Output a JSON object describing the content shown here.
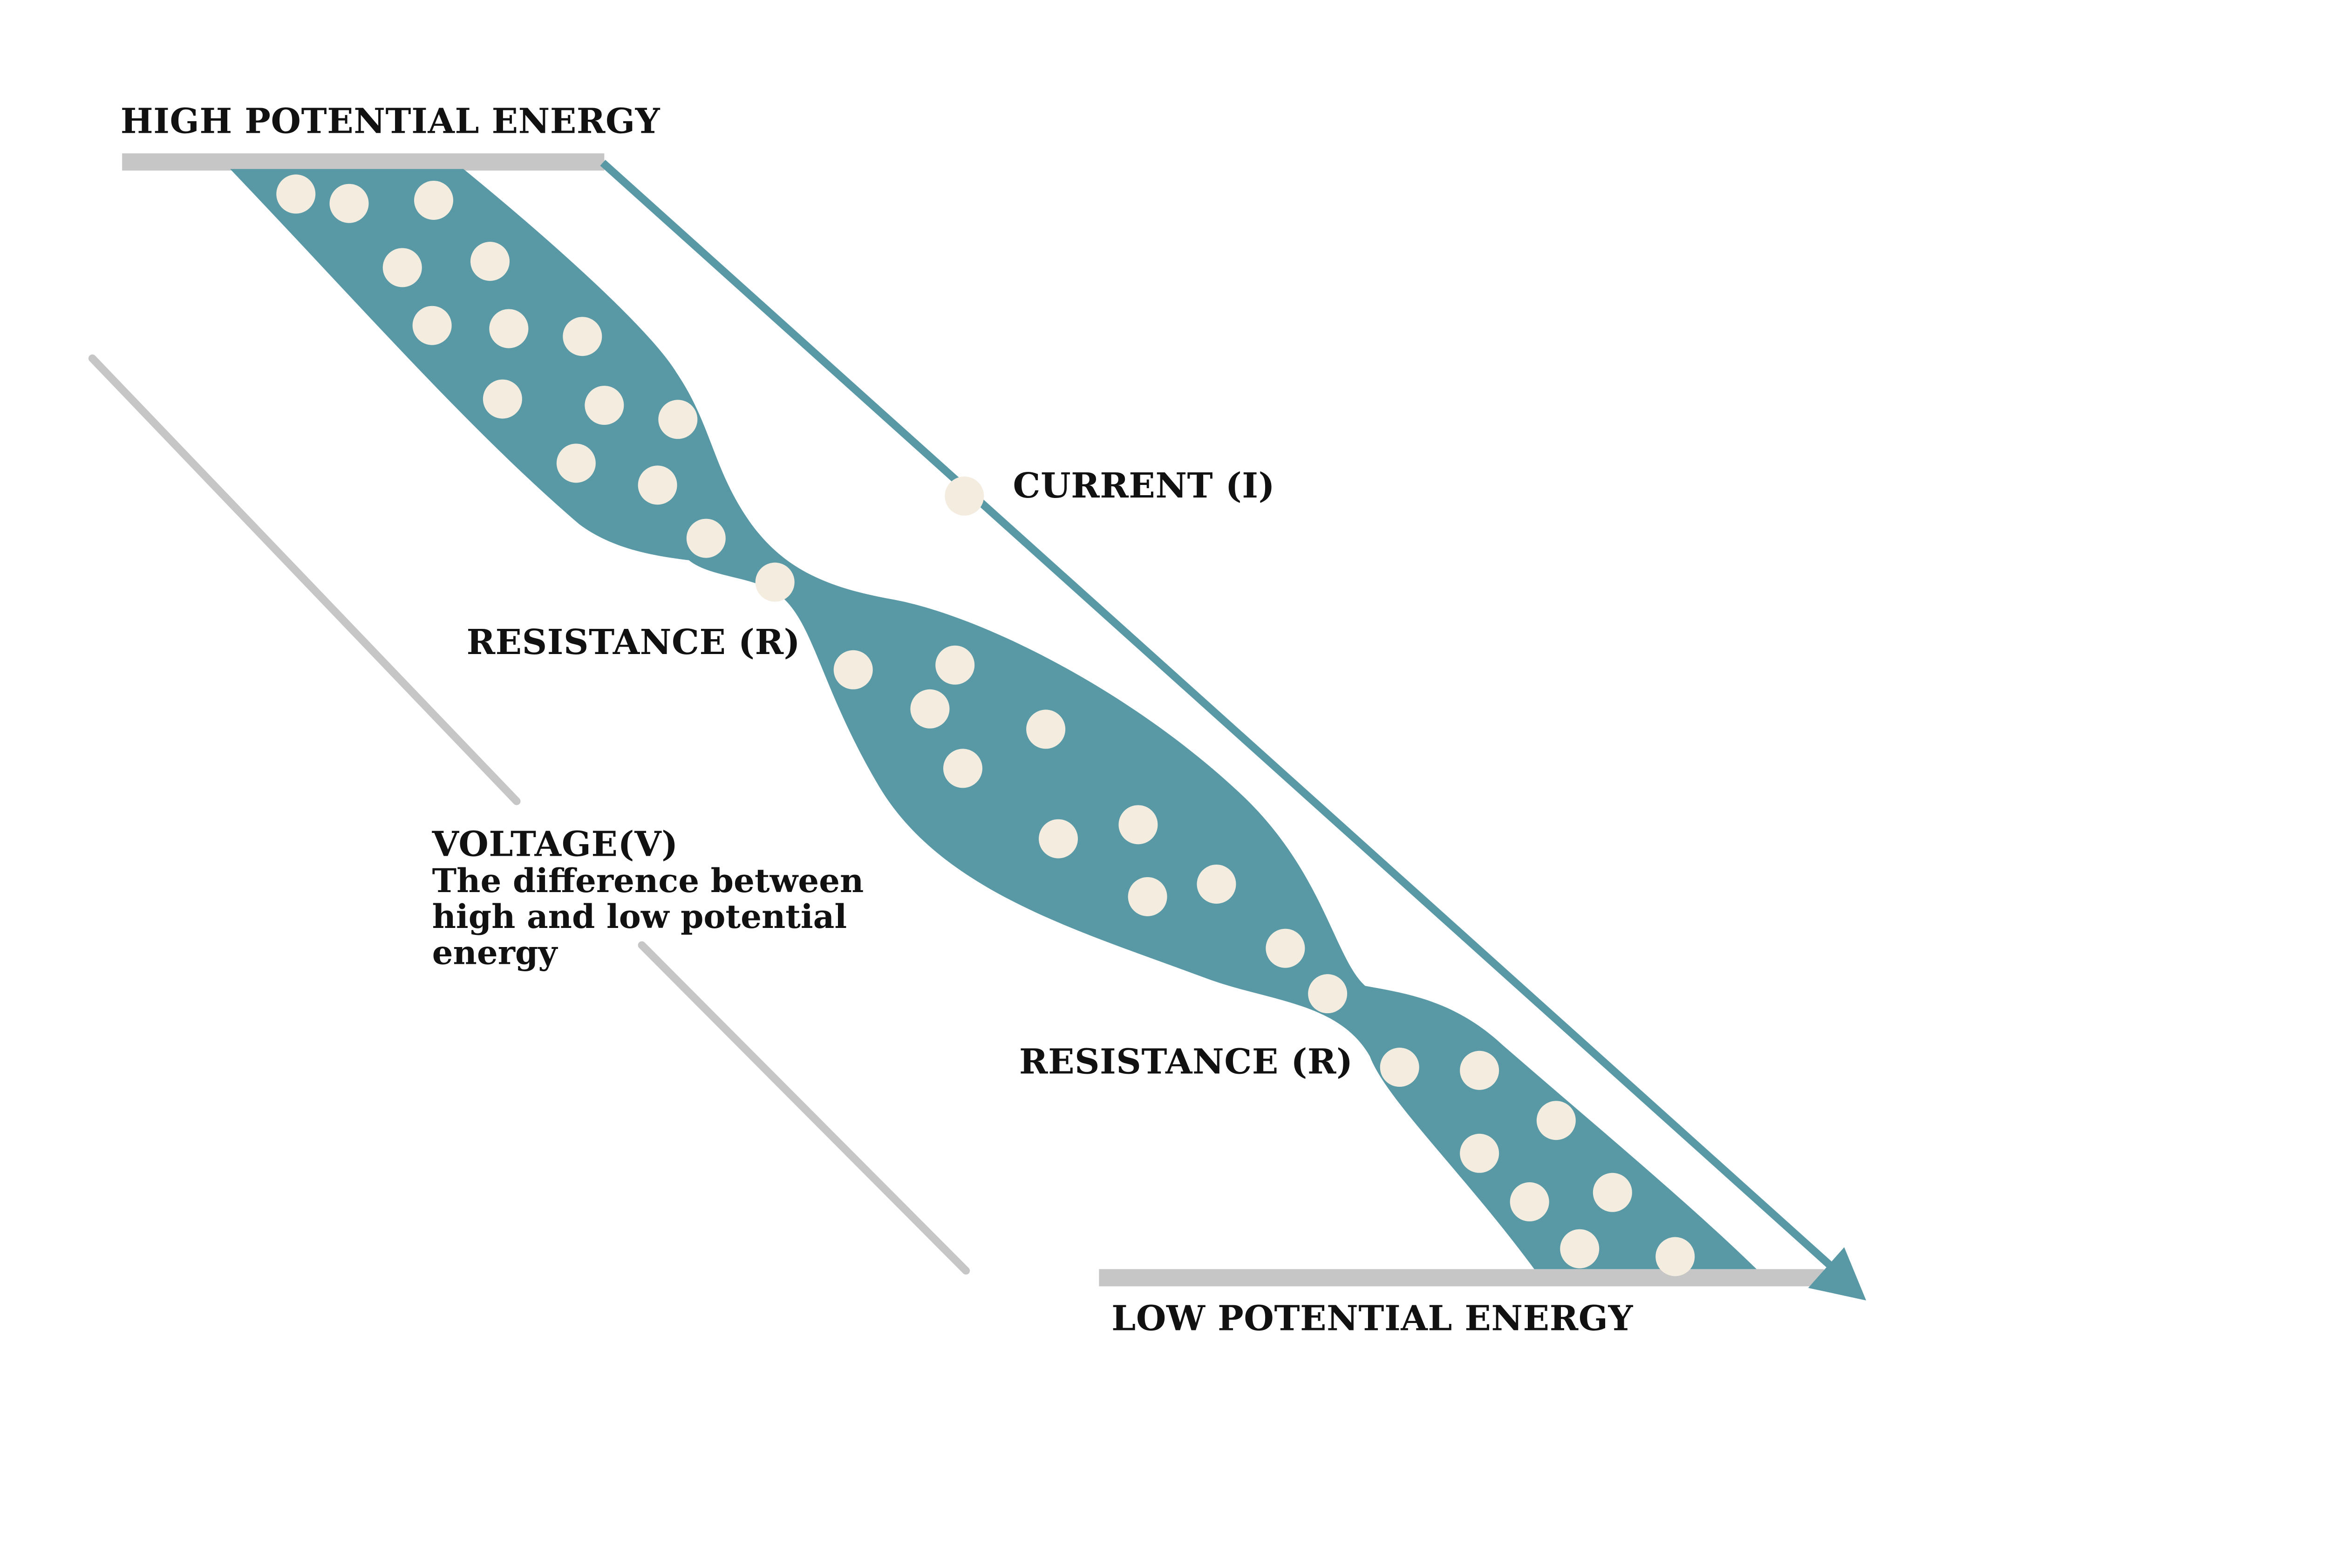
{
  "labels": {
    "high_energy": "HIGH POTENTIAL ENERGY",
    "low_energy": "LOW POTENTIAL ENERGY",
    "current": "CURRENT (I)",
    "resistance_upper": "RESISTANCE (R)",
    "resistance_lower": "RESISTANCE (R)",
    "voltage_title": "VOLTAGE(V)",
    "voltage_desc": [
      "The difference between",
      "high and low potential",
      "energy"
    ]
  },
  "colors": {
    "channel": "#5899a5",
    "particle": "#f3ecdf",
    "energy_bar": "#c6c6c6",
    "voltage_line": "#c6c6c6",
    "text": "#111111",
    "background": "#ffffff"
  }
}
